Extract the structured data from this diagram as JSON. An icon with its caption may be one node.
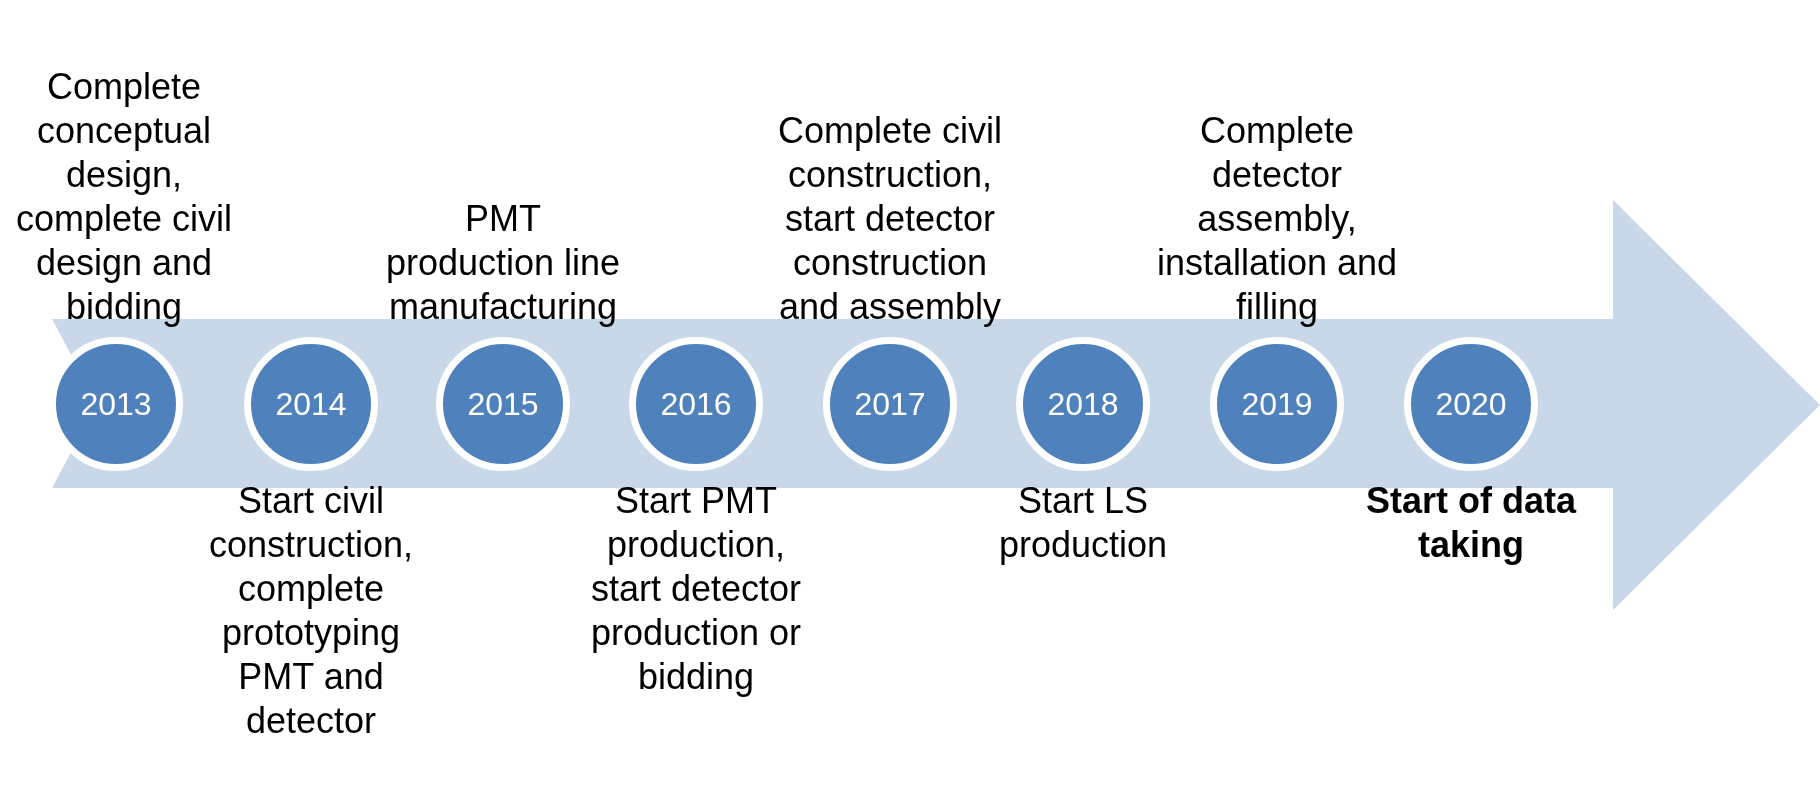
{
  "diagram": {
    "nodes": [
      {
        "text": [],
        "shape": "arrow"
      },
      {
        "text": [
          "2013"
        ],
        "in": 0,
        "beside": [
          "Complete conceptual design, complete civil design and bidding"
        ]
      },
      {
        "text": [
          "2014"
        ],
        "in": 0,
        "beside": [
          "Start civil construction, complete prototyping PMT and detector"
        ]
      },
      {
        "text": [
          "2015"
        ],
        "in": 0,
        "beside": [
          "PMT production line manufacturing"
        ]
      },
      {
        "text": [
          "2016"
        ],
        "in": 0,
        "beside": [
          "Start PMT production, start detector production or bidding"
        ]
      },
      {
        "text": [
          "2017"
        ],
        "in": 0,
        "beside": [
          "Complete civil construction, start detector construction and assembly"
        ]
      },
      {
        "text": [
          "2018"
        ],
        "in": 0,
        "beside": [
          "Start LS production"
        ]
      },
      {
        "text": [
          "2019"
        ],
        "in": 0,
        "beside": [
          "Complete detector assembly, installation and filling"
        ]
      },
      {
        "text": [
          "2020"
        ],
        "in": 0,
        "beside": [
          "Start of data taking"
        ]
      }
    ]
  }
}
